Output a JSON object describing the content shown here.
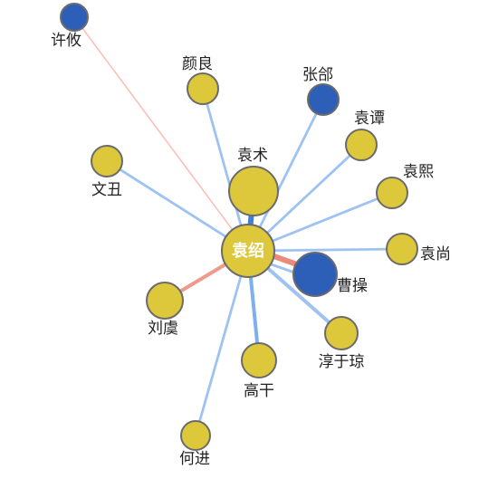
{
  "graph": {
    "center": {
      "id": "yuanshao",
      "label": "袁绍",
      "color": "#DDC83B",
      "kind": "ally"
    },
    "nodes": [
      {
        "id": "xuyou",
        "label": "许攸",
        "color": "#2E5FB8",
        "kind": "opponent"
      },
      {
        "id": "yanliang",
        "label": "颜良",
        "color": "#DDC83B",
        "kind": "ally"
      },
      {
        "id": "zhanghe",
        "label": "张郃",
        "color": "#2E5FB8",
        "kind": "opponent"
      },
      {
        "id": "yuantan",
        "label": "袁谭",
        "color": "#DDC83B",
        "kind": "ally"
      },
      {
        "id": "wenchou",
        "label": "文丑",
        "color": "#DDC83B",
        "kind": "ally"
      },
      {
        "id": "yuanshu",
        "label": "袁术",
        "color": "#DDC83B",
        "kind": "ally"
      },
      {
        "id": "yuanxi",
        "label": "袁熙",
        "color": "#DDC83B",
        "kind": "ally"
      },
      {
        "id": "yuanshang",
        "label": "袁尚",
        "color": "#DDC83B",
        "kind": "ally"
      },
      {
        "id": "caocao",
        "label": "曹操",
        "color": "#2E5FB8",
        "kind": "opponent"
      },
      {
        "id": "liuyu",
        "label": "刘虞",
        "color": "#DDC83B",
        "kind": "ally"
      },
      {
        "id": "chunyuqiong",
        "label": "淳于琼",
        "color": "#DDC83B",
        "kind": "ally"
      },
      {
        "id": "gaogan",
        "label": "高干",
        "color": "#DDC83B",
        "kind": "ally"
      },
      {
        "id": "hejin",
        "label": "何进",
        "color": "#DDC83B",
        "kind": "ally"
      }
    ],
    "edges": [
      {
        "target": "xuyou",
        "color": "#F7C1B8",
        "relation": "conflict",
        "strength": 1
      },
      {
        "target": "yanliang",
        "color": "#9EC3F2",
        "relation": "alliance",
        "strength": 2
      },
      {
        "target": "zhanghe",
        "color": "#9EC3F2",
        "relation": "alliance",
        "strength": 2
      },
      {
        "target": "yuantan",
        "color": "#9EC3F2",
        "relation": "alliance",
        "strength": 2
      },
      {
        "target": "wenchou",
        "color": "#9EC3F2",
        "relation": "alliance",
        "strength": 2
      },
      {
        "target": "yuanshu",
        "color": "#3F7FDA",
        "relation": "alliance",
        "strength": 4
      },
      {
        "target": "yuanxi",
        "color": "#9EC3F2",
        "relation": "alliance",
        "strength": 2
      },
      {
        "target": "yuanshang",
        "color": "#9EC3F2",
        "relation": "alliance",
        "strength": 2
      },
      {
        "target": "caocao",
        "color": "#E98A7C",
        "relation": "conflict",
        "strength": 4
      },
      {
        "target": "caocao",
        "color": "#9EC3F2",
        "relation": "alliance",
        "strength": 2
      },
      {
        "target": "liuyu",
        "color": "#EF9A8C",
        "relation": "conflict",
        "strength": 3
      },
      {
        "target": "chunyuqiong",
        "color": "#9EC3F2",
        "relation": "alliance",
        "strength": 3
      },
      {
        "target": "gaogan",
        "color": "#7FB0EE",
        "relation": "alliance",
        "strength": 3
      },
      {
        "target": "hejin",
        "color": "#9EC3F2",
        "relation": "alliance",
        "strength": 2
      }
    ]
  }
}
